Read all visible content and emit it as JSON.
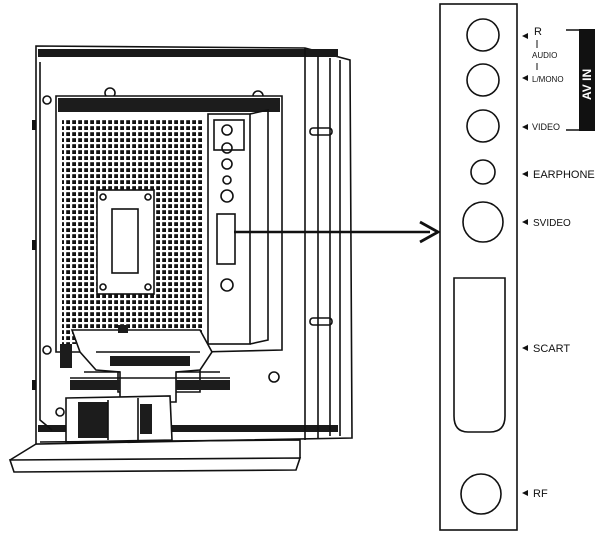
{
  "connectors": {
    "r": "R",
    "audio": "AUDIO",
    "lmono": "L/MONO",
    "video": "VIDEO",
    "earphone": "EARPHONE",
    "svideo": "SVIDEO",
    "scart": "SCART",
    "rf": "RF",
    "av_in": "AV IN"
  },
  "colors": {
    "line": "#111111",
    "background": "#ffffff",
    "av_in_bar": "#111111",
    "shade": "#2a2a2a"
  }
}
